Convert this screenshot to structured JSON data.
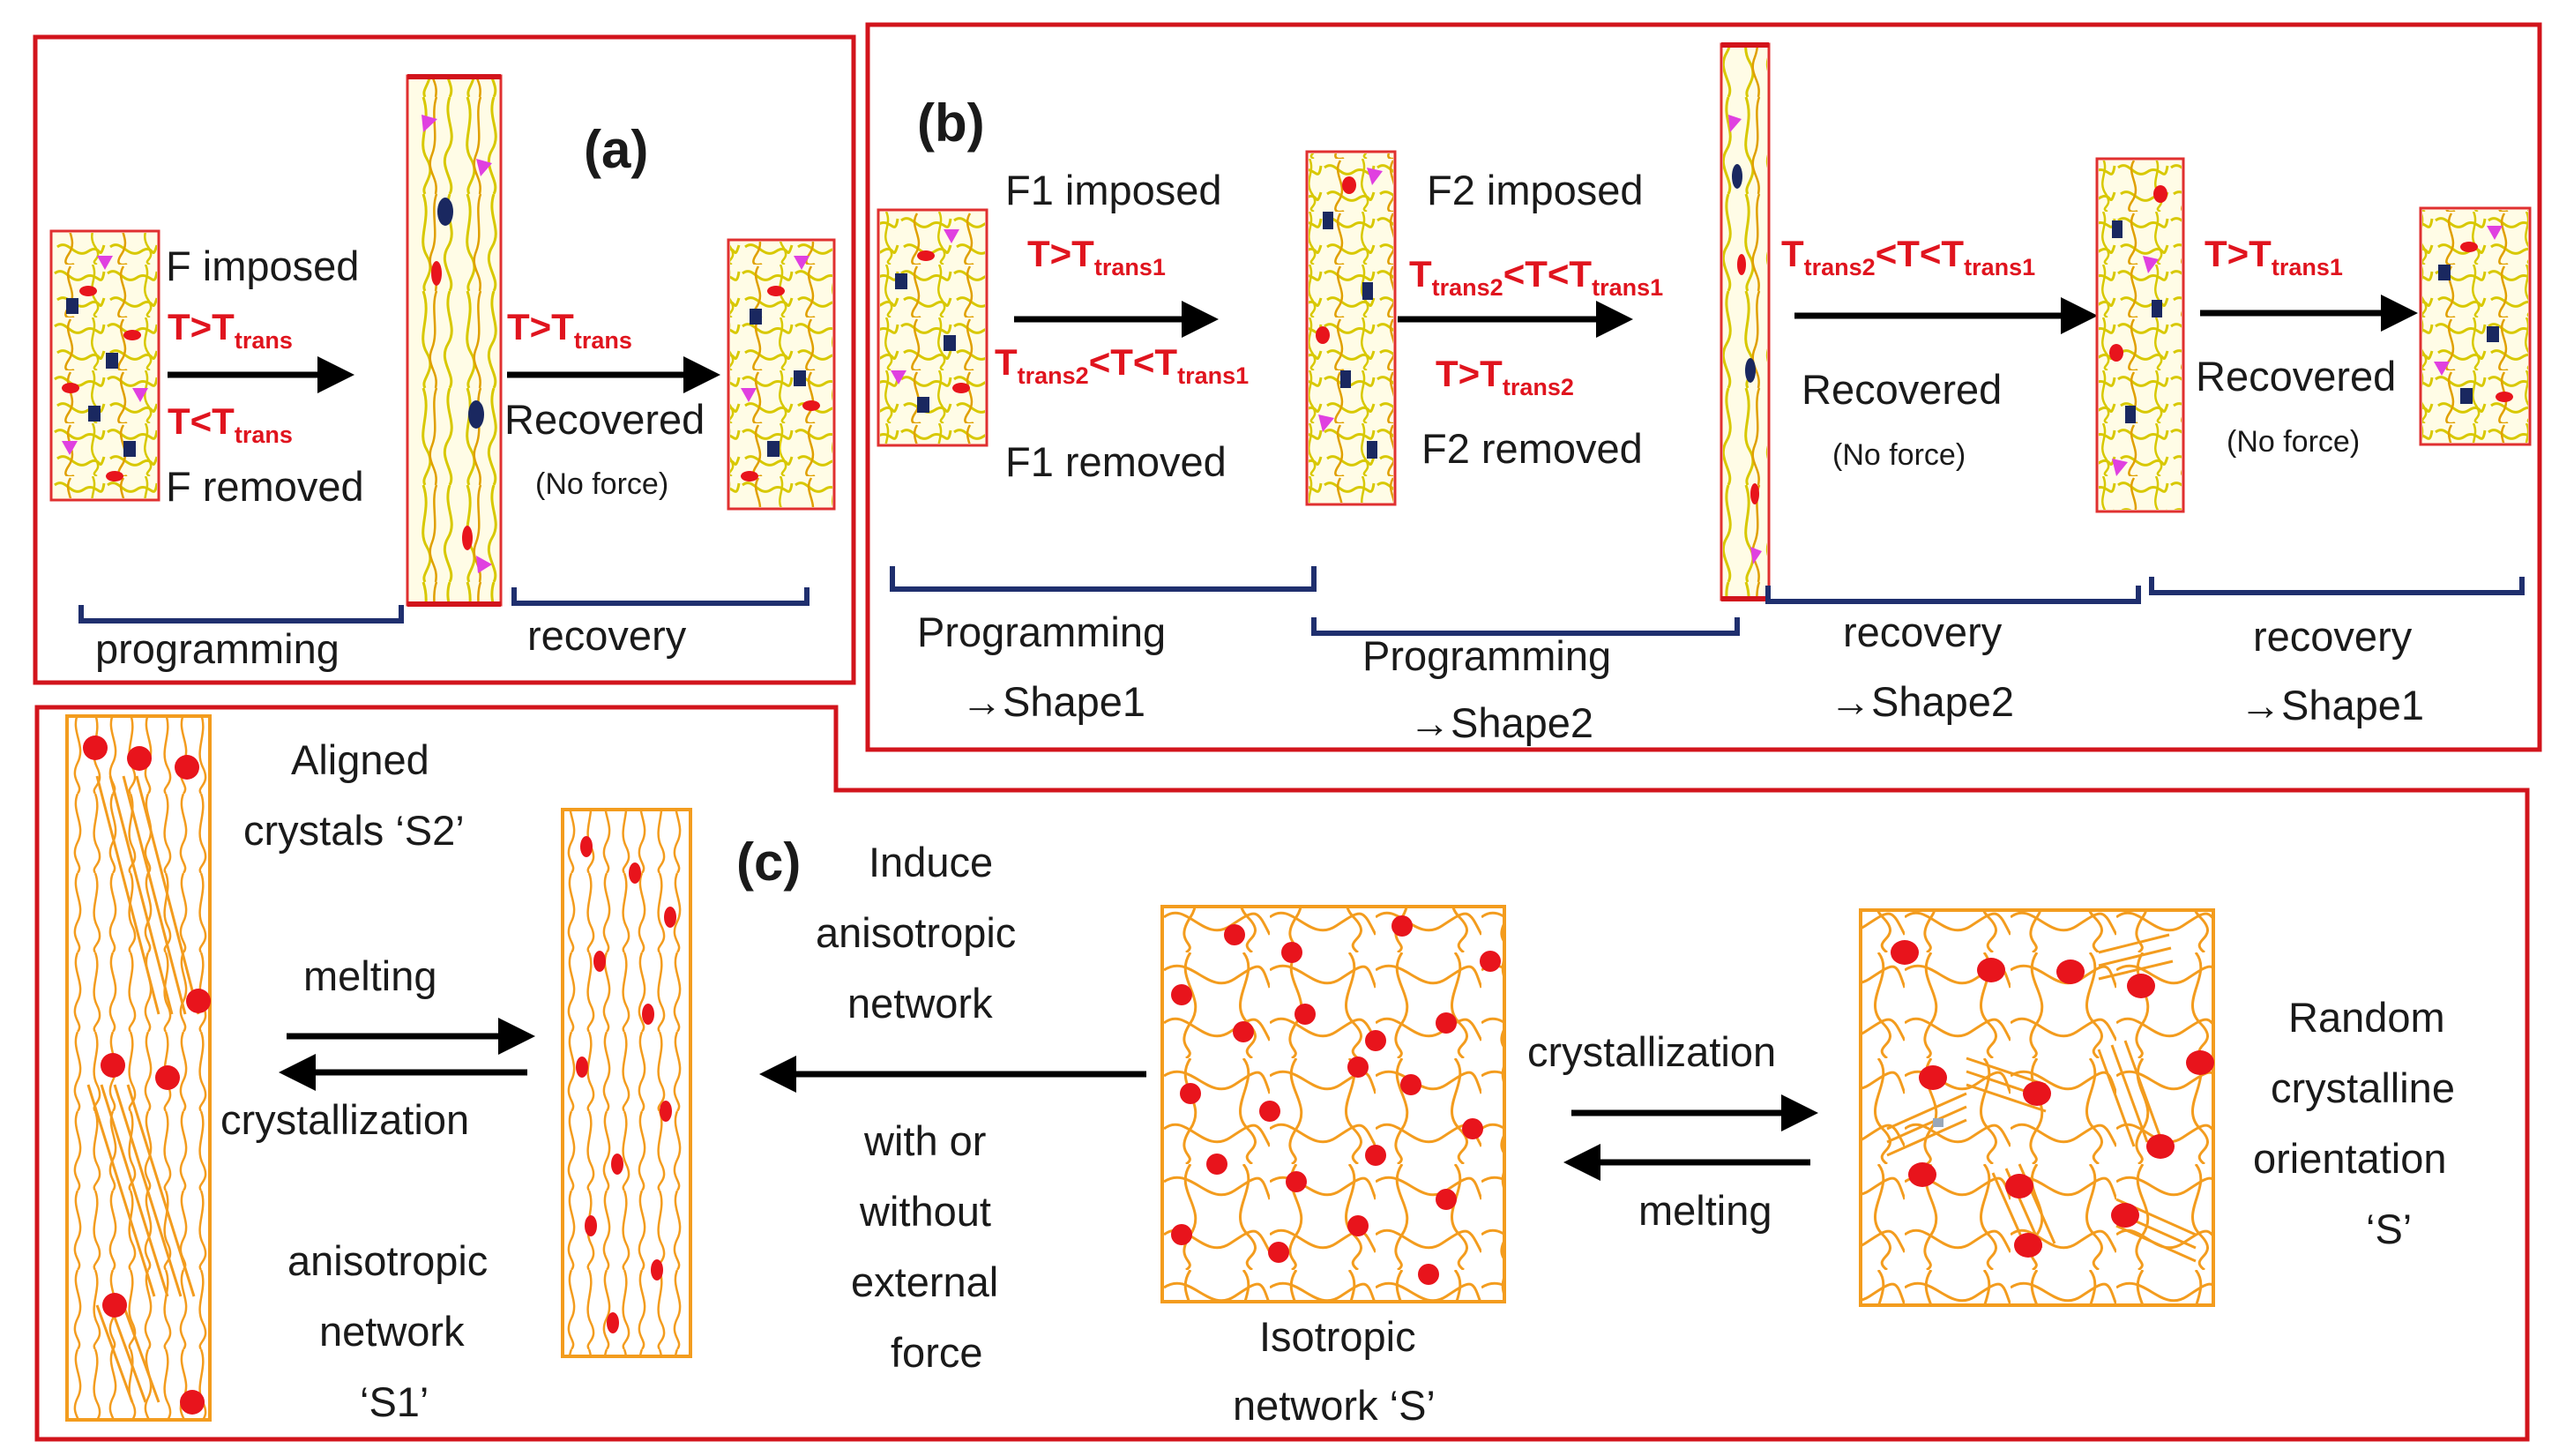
{
  "colors": {
    "panel_border": "#d2141c",
    "temperature_text": "#e0141e",
    "bracket": "#1f2f6e",
    "orange_chain": "#f39c1e",
    "crosslink_dot": "#e8141c",
    "yellow_chain": "#d8c800",
    "magenta_triangle": "#e040e0",
    "navy_node": "#1a2860"
  },
  "panel_a": {
    "tag": "(a)",
    "force_imposed": "F imposed",
    "t_gt": "T>T",
    "t_lt": "T<T",
    "trans_sub": "trans",
    "force_removed": "F removed",
    "recover_temp": "T>T",
    "recover_sub": "trans",
    "recovered": "Recovered",
    "no_force": "(No force)",
    "programming": "programming",
    "recovery": "recovery"
  },
  "panel_b": {
    "tag": "(b)",
    "f1_imposed": "F1 imposed",
    "f1_t": "T>T",
    "trans1": "trans1",
    "trans2": "trans2",
    "T": "T",
    "lt": "<T<T",
    "f1_removed": "F1 removed",
    "f2_imposed": "F2 imposed",
    "f2_t": "T>T",
    "f2_removed": "F2 removed",
    "recovered_1": "Recovered",
    "no_force_1": "(No force)",
    "t_gt": "T>T",
    "recovered_2": "Recovered",
    "no_force_2": "(No force)",
    "prog_shape1_a": "Programming",
    "prog_shape1_b": "→Shape1",
    "prog_shape2_a": "Programming",
    "prog_shape2_b": "→Shape2",
    "rec_shape2_a": "recovery",
    "rec_shape2_b": "→Shape2",
    "rec_shape1_a": "recovery",
    "rec_shape1_b": "→Shape1"
  },
  "panel_c": {
    "tag": "(c)",
    "aligned_1": "Aligned",
    "aligned_2": "crystals ‘S2’",
    "melting_1": "melting",
    "crystallization_1": "crystallization",
    "aniso_1": "anisotropic",
    "aniso_2": "network",
    "aniso_3": "‘S1’",
    "induce_1": "Induce",
    "induce_2": "anisotropic",
    "induce_3": "network",
    "with_1": "with or",
    "with_2": "without",
    "with_3": "external",
    "with_4": "force",
    "iso_1": "Isotropic",
    "iso_2": "network ‘S’",
    "crystallization_2": "crystallization",
    "melting_2": "melting",
    "random_1": "Random",
    "random_2": "crystalline",
    "random_3": "orientation",
    "random_4": "‘S’"
  }
}
